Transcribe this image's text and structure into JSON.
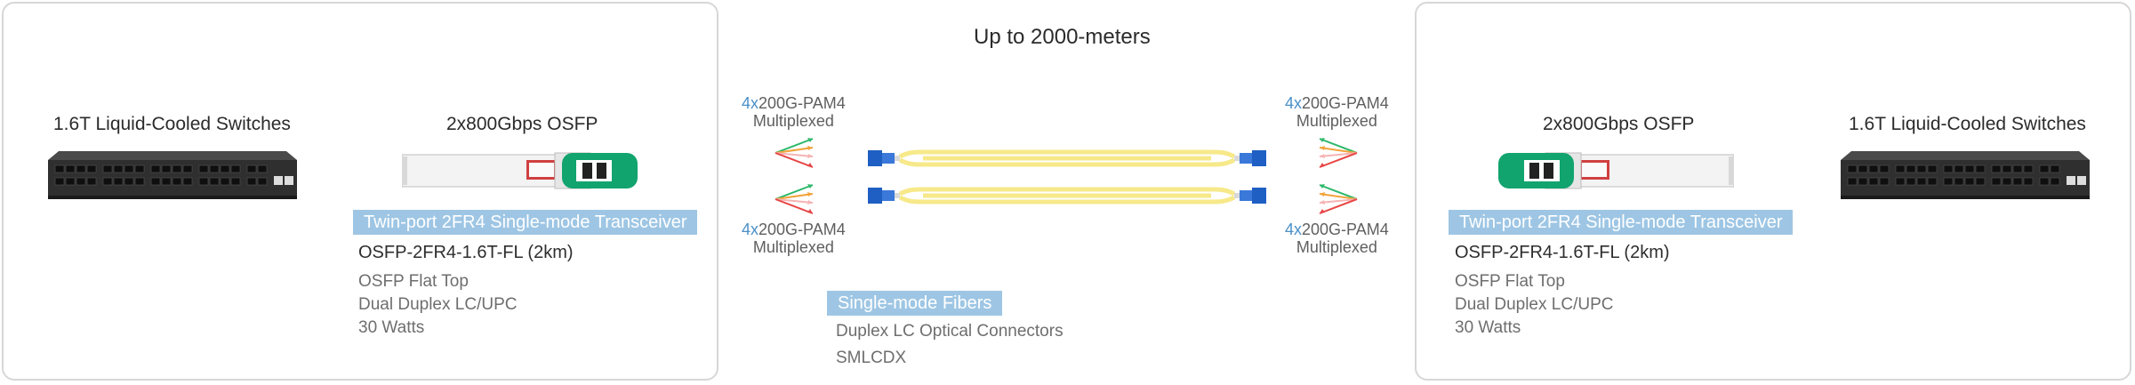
{
  "span": {
    "title": "Up to 2000-meters"
  },
  "left": {
    "switch_label": "1.6T Liquid-Cooled Switches",
    "module_label": "2x800Gbps OSFP",
    "tag": "Twin-port 2FR4 Single-mode Transceiver",
    "part_number": "OSFP-2FR4-1.6T-FL (2km)",
    "specs": [
      "OSFP Flat Top",
      "Dual Duplex LC/UPC",
      "30 Watts"
    ]
  },
  "right": {
    "switch_label": "1.6T Liquid-Cooled Switches",
    "module_label": "2x800Gbps OSFP",
    "tag": "Twin-port 2FR4 Single-mode Transceiver",
    "part_number": "OSFP-2FR4-1.6T-FL (2km)",
    "specs": [
      "OSFP Flat Top",
      "Dual Duplex LC/UPC",
      "30 Watts"
    ]
  },
  "mux": {
    "count": "4x",
    "signal": "200G-PAM4",
    "label": "Multiplexed"
  },
  "fiber": {
    "tag": "Single-mode Fibers",
    "specs": [
      "Duplex LC Optical Connectors",
      "SMLCDX"
    ]
  },
  "colors": {
    "panel_border": "#d7d7d7",
    "tag_bg": "#9ec6e4",
    "fiber": "#f7e98a",
    "connector": "#1f5fc4",
    "module_pull_tab": "#12a46e",
    "accent_number": "#4a90c8"
  }
}
